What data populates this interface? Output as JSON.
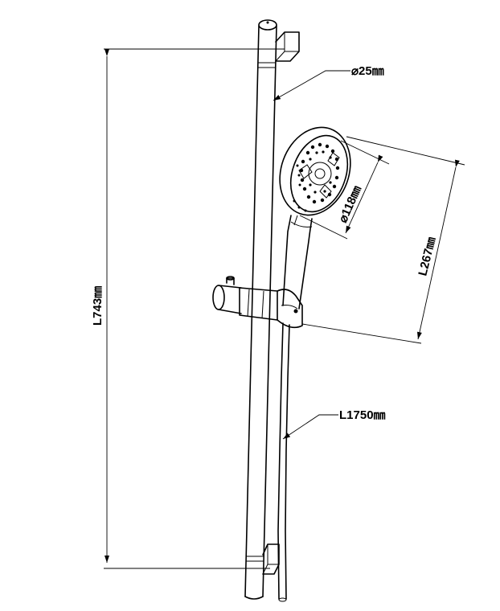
{
  "dimensions": {
    "rail_diameter": "⌀25㎜",
    "rail_length": "L743㎜",
    "head_diameter": "⌀118㎜",
    "handle_length": "L267㎜",
    "hose_length": "L1750㎜"
  }
}
